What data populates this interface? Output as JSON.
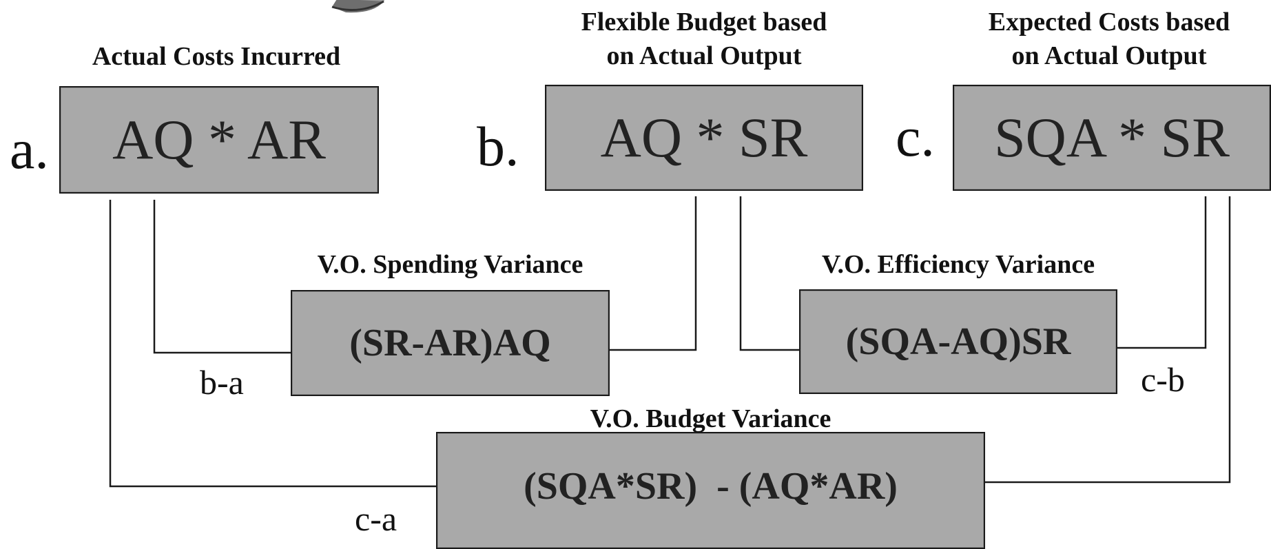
{
  "actual": {
    "letter": "a.",
    "heading": "Actual Costs Incurred",
    "formula": "AQ * AR"
  },
  "flexible": {
    "letter": "b.",
    "heading_line1": "Flexible Budget based",
    "heading_line2": "on Actual Output",
    "formula": "AQ * SR"
  },
  "expected": {
    "letter": "c.",
    "heading_line1": "Expected Costs based",
    "heading_line2": "on Actual Output",
    "formula": "SQA * SR"
  },
  "spending": {
    "heading": "V.O. Spending Variance",
    "formula": "(SR-AR)AQ",
    "difference": "b-a"
  },
  "efficiency": {
    "heading": "V.O. Efficiency Variance",
    "formula": "(SQA-AQ)SR",
    "difference": "c-b"
  },
  "budget": {
    "heading": "V.O. Budget Variance",
    "formula": "(SQA*SR)  - (AQ*AR)",
    "difference": "c-a"
  },
  "colors": {
    "box_fill": "#a9a9a9",
    "line": "#1a1a1a",
    "background": "#ffffff"
  }
}
